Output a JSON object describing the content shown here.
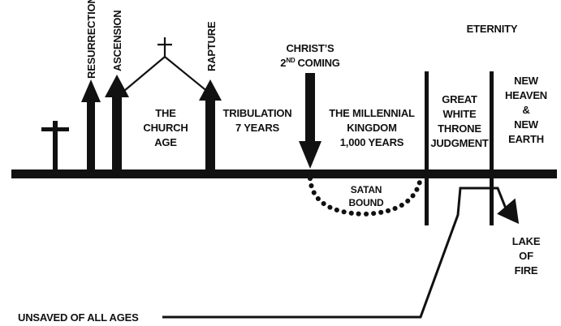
{
  "labels": {
    "resurrection": "RESURRECTION",
    "ascension": "ASCENSION",
    "rapture": "RAPTURE",
    "church_age": [
      "THE",
      "CHURCH",
      "AGE"
    ],
    "tribulation": [
      "TRIBULATION",
      "7 YEARS"
    ],
    "christs": "CHRIST’S",
    "second_num": "2",
    "second_sup": "ND",
    "coming": "COMING",
    "millennial": [
      "THE MILLENNIAL",
      "KINGDOM",
      "1,000 YEARS"
    ],
    "satan_bound": [
      "SATAN",
      "BOUND"
    ],
    "eternity": "ETERNITY",
    "great_white_throne": [
      "GREAT",
      "WHITE",
      "THRONE",
      "JUDGMENT"
    ],
    "new_heaven_earth": [
      "NEW",
      "HEAVEN",
      "&",
      "NEW",
      "EARTH"
    ],
    "lake_of_fire": [
      "LAKE",
      "OF",
      "FIRE"
    ],
    "unsaved": "UNSAVED OF ALL AGES"
  },
  "colors": {
    "ink": "#111111",
    "background": "#ffffff"
  }
}
